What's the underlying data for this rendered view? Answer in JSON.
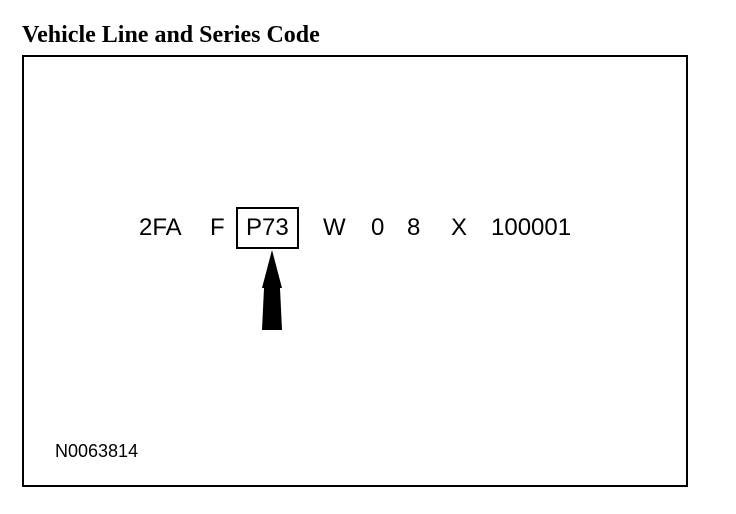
{
  "title": "Vehicle Line and Series Code",
  "vin_segments": [
    "2FA",
    "F",
    "P73",
    "W",
    "0",
    "8",
    "X",
    "100001"
  ],
  "highlighted_segment_index": 2,
  "figure_id": "N0063814"
}
